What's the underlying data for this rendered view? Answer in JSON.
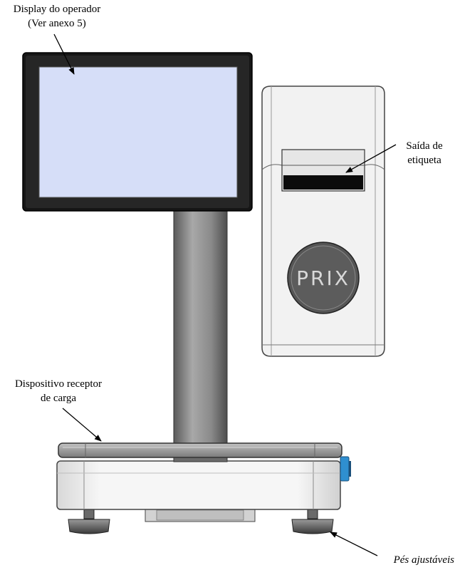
{
  "labels": {
    "display": {
      "line1": "Display do operador",
      "line2": "(Ver anexo 5)"
    },
    "saida": {
      "line1": "Saída de",
      "line2": "etiqueta"
    },
    "receptor": {
      "line1": "Dispositivo receptor",
      "line2": "de carga"
    },
    "pes": "Pés ajustáveis"
  },
  "printer_logo": "PRIX",
  "colors": {
    "screen": "#d6def8",
    "bezel": "#111111",
    "body_light": "#f2f2f2",
    "metal": "#8a8a8a",
    "usb_accent": "#2f8fd0"
  }
}
